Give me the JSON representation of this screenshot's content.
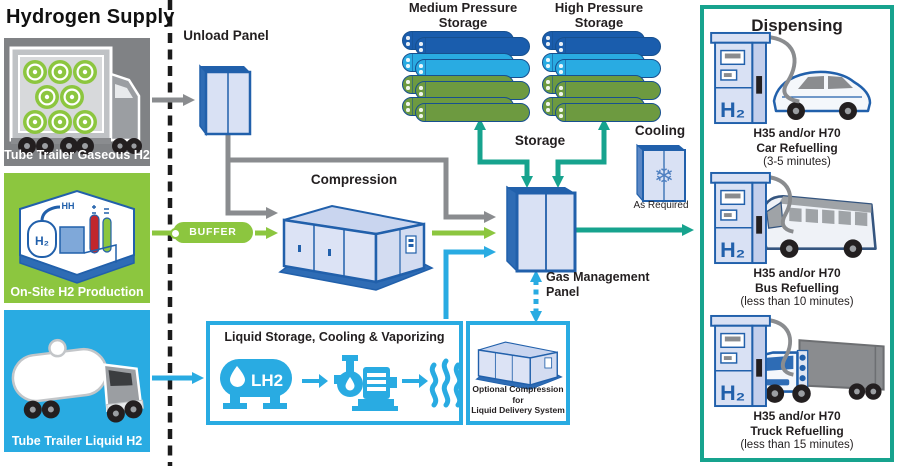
{
  "colors": {
    "gray_panel": "#808285",
    "green": "#8CC63F",
    "cyan": "#29ABE2",
    "teal": "#17A38E",
    "dark_blue": "#2160AB",
    "cabinet_fill": "#DCE3F5",
    "gray_arrow": "#8A8C8F",
    "navy_cylinder": "#1A5DAD",
    "olive_cylinder": "#6D9A40"
  },
  "supply": {
    "title": "Hydrogen Supply",
    "sources": [
      {
        "label": "Tube Trailer Gaseous H2"
      },
      {
        "label": "On-Site H2 Production",
        "tank_label": "H₂",
        "pipe_label": "HH"
      },
      {
        "label": "Tube Trailer Liquid H2"
      }
    ]
  },
  "unload_panel": {
    "label": "Unload Panel"
  },
  "buffer_label": "BUFFER",
  "compression_label": "Compression",
  "storage": {
    "medium_label": "Medium Pressure Storage",
    "high_label": "High Pressure Storage",
    "flow_label": "Storage"
  },
  "gas_management_label": "Gas Management Panel",
  "cooling": {
    "label": "Cooling",
    "note": "As Required",
    "glyph": "❄"
  },
  "liquid_system": {
    "title": "Liquid Storage, Cooling & Vaporizing",
    "tank_label": "LH2",
    "optional_line1": "Optional Compression for",
    "optional_line2": "Liquid Delivery System"
  },
  "dispensing": {
    "title": "Dispensing",
    "pump_label": "H₂",
    "stations": [
      {
        "line1": "H35 and/or H70",
        "line2": "Car Refuelling",
        "line3": "(3-5 minutes)"
      },
      {
        "line1": "H35 and/or H70",
        "line2": "Bus Refuelling",
        "line3": "(less than 10 minutes)"
      },
      {
        "line1": "H35 and/or H70",
        "line2": "Truck Refuelling",
        "line3": "(less than 15 minutes)"
      }
    ]
  }
}
